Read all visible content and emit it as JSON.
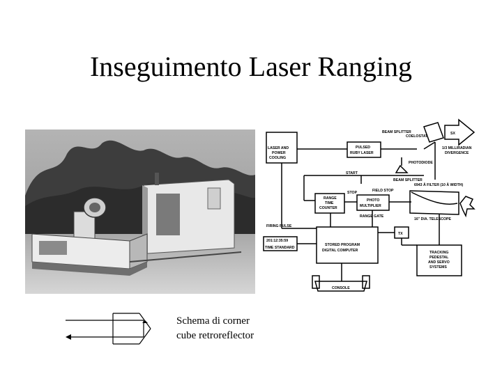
{
  "slide": {
    "title": "Inseguimento Laser Ranging",
    "caption_line1": "Schema di corner",
    "caption_line2": "cube retroreflector"
  },
  "schematic": {
    "labels": {
      "beam_splitter_top": "BEAM SPLITTER",
      "coelostat": "COELOSTAT",
      "sx": "SX",
      "divergence_1": "1/3 MILLIRADIAN",
      "divergence_2": "DIVERGENCE",
      "laser_power_1": "LASER AND",
      "laser_power_2": "POWER",
      "laser_power_3": "COOLING",
      "ruby_1": "PULSED",
      "ruby_2": "RUBY LASER",
      "photodiode": "PHOTODIODE",
      "start": "START",
      "beam_splitter_mid": "BEAM SPLITTER",
      "filter": "6943 Å FILTER (10 Å WIDTH)",
      "stop": "STOP",
      "field_stop": "FIELD STOP",
      "range_counter_1": "RANGE",
      "range_counter_2": "TIME",
      "range_counter_3": "COUNTER",
      "pm_1": "PHOTO",
      "pm_2": "MULTIPLIER",
      "range_gate": "RANGE GATE",
      "telescope": "16\" DIA. TELESCOPE",
      "firing_pulse": "FIRING PULSE",
      "time_display": "201:12:35:59",
      "time_standard": "TIME STANDARD",
      "computer_1": "STORED PROGRAM",
      "computer_2": "DIGITAL COMPUTER",
      "tx": "TX",
      "tracking_1": "TRACKING",
      "tracking_2": "PEDESTAL",
      "tracking_3": "AND SERVO",
      "tracking_4": "SYSTEMS",
      "console": "CONSOLE"
    }
  },
  "colors": {
    "photo_sky": "#9c9c9c",
    "photo_trees": "#3a3a3a",
    "photo_ground": "#bdbdbd",
    "line": "#000000"
  },
  "icons": {
    "photo": "laser-ranging-station-photo",
    "corner_cube": "corner-cube-retroreflector-diagram"
  }
}
